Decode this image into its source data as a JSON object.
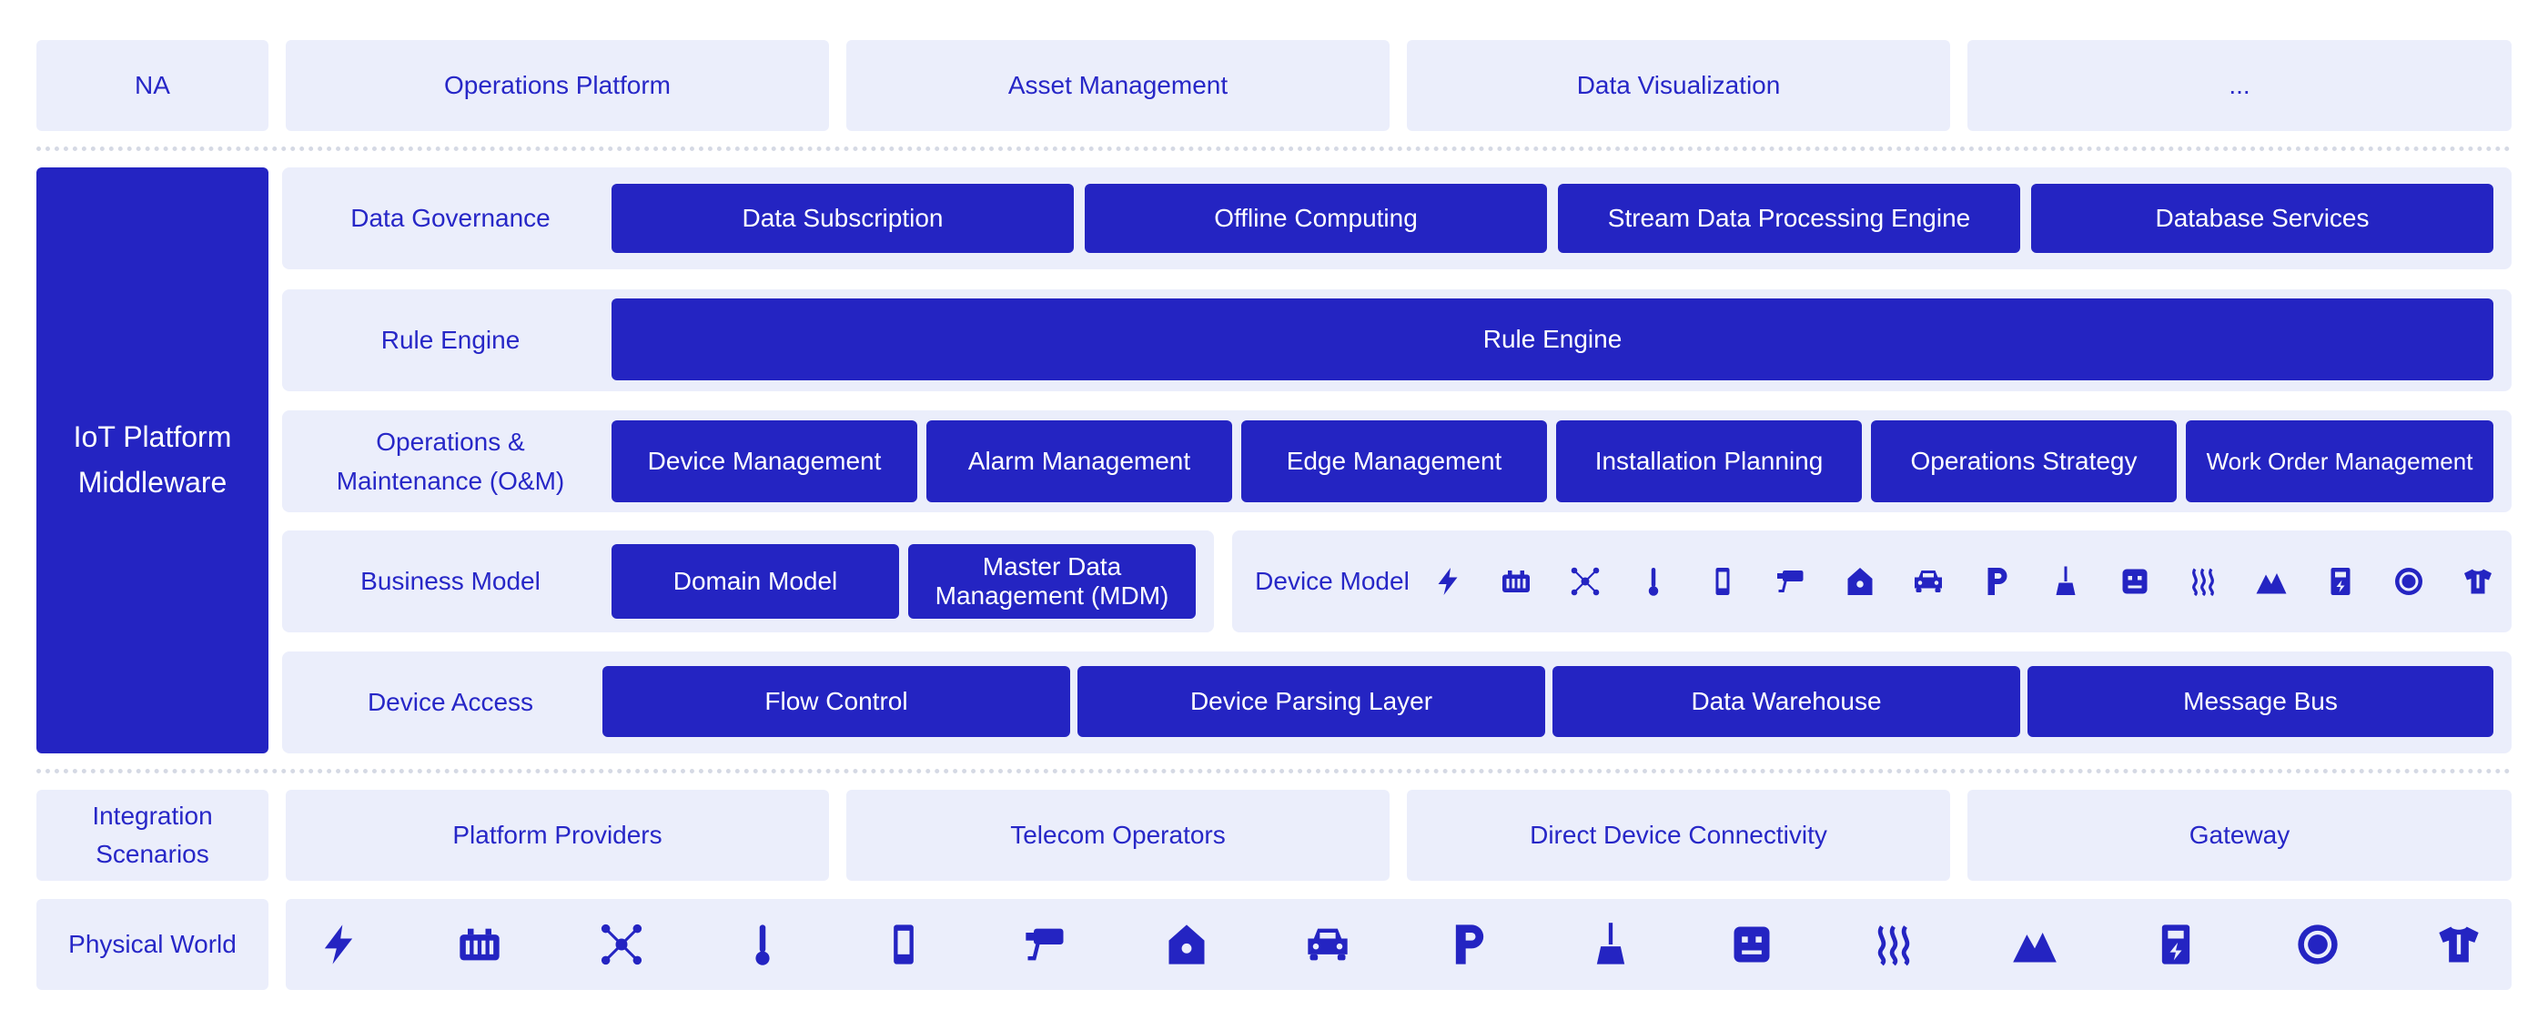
{
  "top_row": {
    "label": "NA",
    "items": [
      "Operations Platform",
      "Asset Management",
      "Data Visualization",
      "..."
    ]
  },
  "middleware": {
    "title": "IoT Platform Middleware",
    "rows": {
      "data_governance": {
        "label": "Data Governance",
        "items": [
          "Data Subscription",
          "Offline Computing",
          "Stream Data Processing Engine",
          "Database Services"
        ]
      },
      "rule_engine": {
        "label": "Rule Engine",
        "items": [
          "Rule Engine"
        ]
      },
      "om": {
        "label": "Operations & Maintenance (O&M)",
        "items": [
          "Device Management",
          "Alarm Management",
          "Edge Management",
          "Installation Planning",
          "Operations Strategy",
          "Work Order Management"
        ]
      },
      "business_model": {
        "label": "Business Model",
        "items": [
          "Domain Model",
          "Master Data Management (MDM)"
        ]
      },
      "device_model": {
        "label": "Device Model"
      },
      "device_access": {
        "label": "Device Access",
        "items": [
          "Flow Control",
          "Device Parsing Layer",
          "Data Warehouse",
          "Message Bus"
        ]
      }
    }
  },
  "integration": {
    "label": "Integration Scenarios",
    "items": [
      "Platform Providers",
      "Telecom Operators",
      "Direct Device Connectivity",
      "Gateway"
    ]
  },
  "physical_world": {
    "label": "Physical World"
  },
  "icons": [
    "lightning-icon",
    "battery-icon",
    "network-nodes-icon",
    "thermometer-icon",
    "device-phone-icon",
    "camera-icon",
    "smart-home-icon",
    "car-icon",
    "parking-icon",
    "broom-icon",
    "robot-face-icon",
    "heat-waves-icon",
    "mountains-icon",
    "power-meter-icon",
    "disc-icon",
    "t-shirt-icon"
  ],
  "colors": {
    "accent": "#2424c2",
    "panel": "#ebeefb",
    "divider": "#d5d9e4"
  }
}
